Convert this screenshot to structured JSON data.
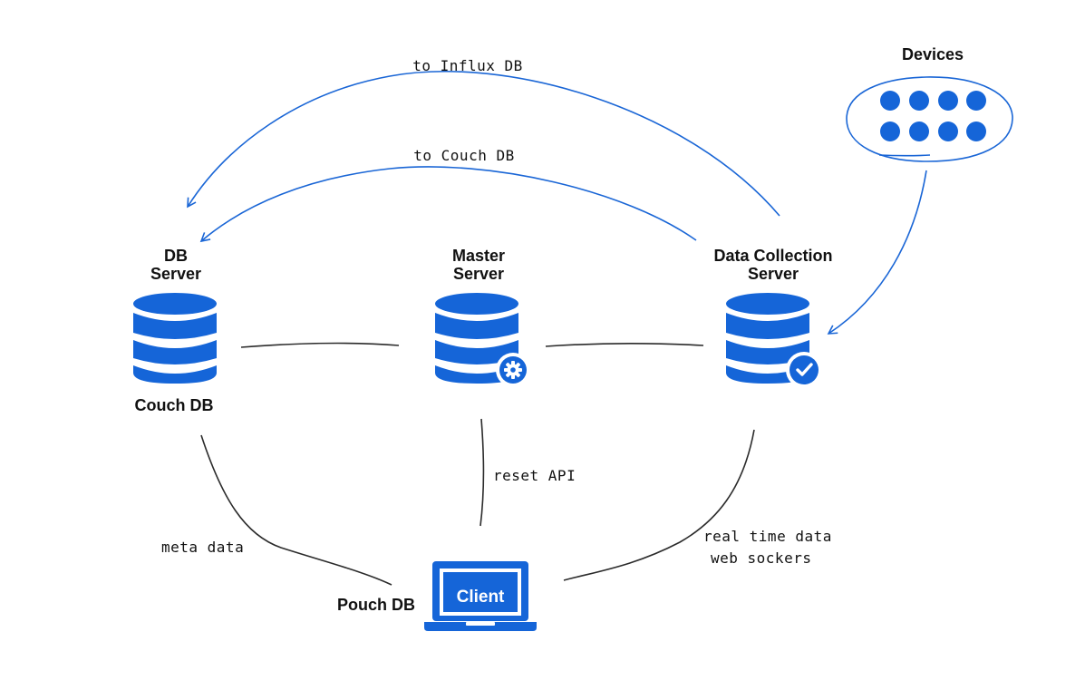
{
  "nodes": {
    "db_server": {
      "title_line1": "DB",
      "title_line2": "Server",
      "sublabel": "Couch DB"
    },
    "master_server": {
      "title_line1": "Master",
      "title_line2": "Server"
    },
    "data_collection_server": {
      "title_line1": "Data Collection",
      "title_line2": "Server"
    },
    "devices": {
      "title": "Devices",
      "dot_count": 8
    },
    "client": {
      "label": "Client",
      "sublabel": "Pouch DB"
    }
  },
  "edges": {
    "to_influx": "to Influx DB",
    "to_couch": "to Couch DB",
    "reset_api": "reset API",
    "meta_data": "meta data",
    "realtime_line1": "real time data",
    "realtime_line2": "web sockers"
  },
  "colors": {
    "primary_blue": "#1565d8",
    "arrow_blue": "#1a66d6",
    "line_dark": "#2b2b2b"
  },
  "icons": {
    "db_server": "database-icon",
    "master_server": "database-gear-icon",
    "data_collection_server": "database-check-icon",
    "client": "laptop-icon"
  }
}
